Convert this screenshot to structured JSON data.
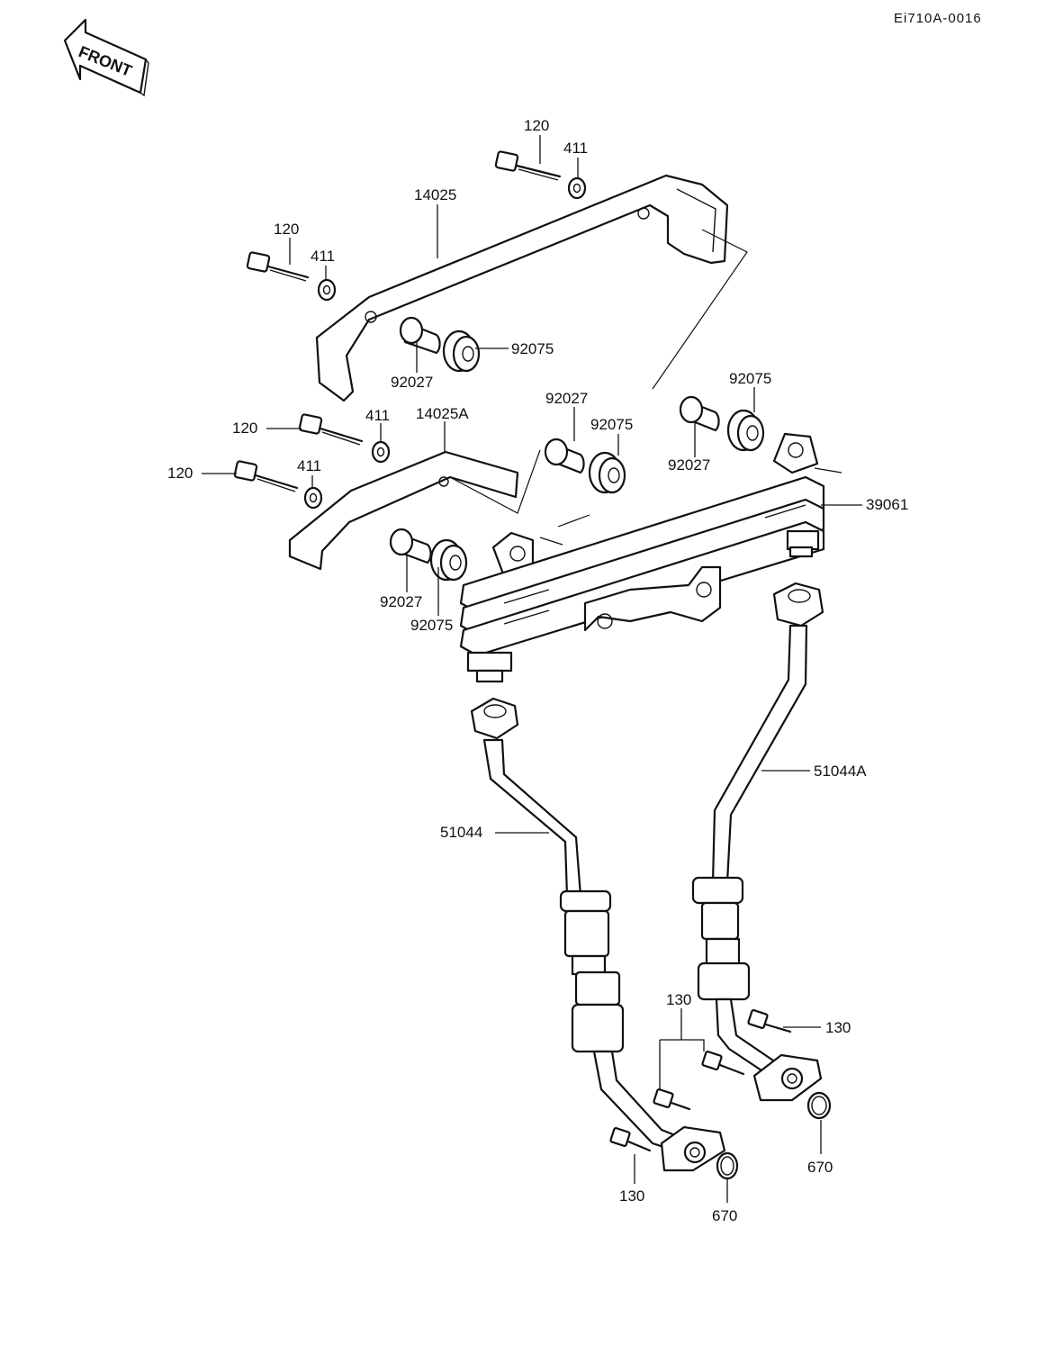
{
  "document": {
    "code": "Ei710A-0016",
    "front_arrow_text": "FRONT"
  },
  "labels": {
    "bolt_120_top": "120",
    "washer_411_top": "411",
    "bracket_14025": "14025",
    "bolt_120_left": "120",
    "washer_411_left": "411",
    "grommet_92075_a": "92075",
    "collar_92027_a": "92027",
    "collar_92027_b": "92027",
    "grommet_92075_b": "92075",
    "grommet_92075_c": "92075",
    "collar_92027_c": "92027",
    "bolt_120_mid1": "120",
    "washer_411_mid1": "411",
    "bracket_14025A": "14025A",
    "bolt_120_mid2": "120",
    "washer_411_mid2": "411",
    "cooler_39061": "39061",
    "collar_92027_d": "92027",
    "grommet_92075_d": "92075",
    "pipe_51044A": "51044A",
    "pipe_51044": "51044",
    "bolt_130_a": "130",
    "bolt_130_b": "130",
    "bolt_130_c": "130",
    "oring_670_a": "670",
    "oring_670_b": "670"
  }
}
